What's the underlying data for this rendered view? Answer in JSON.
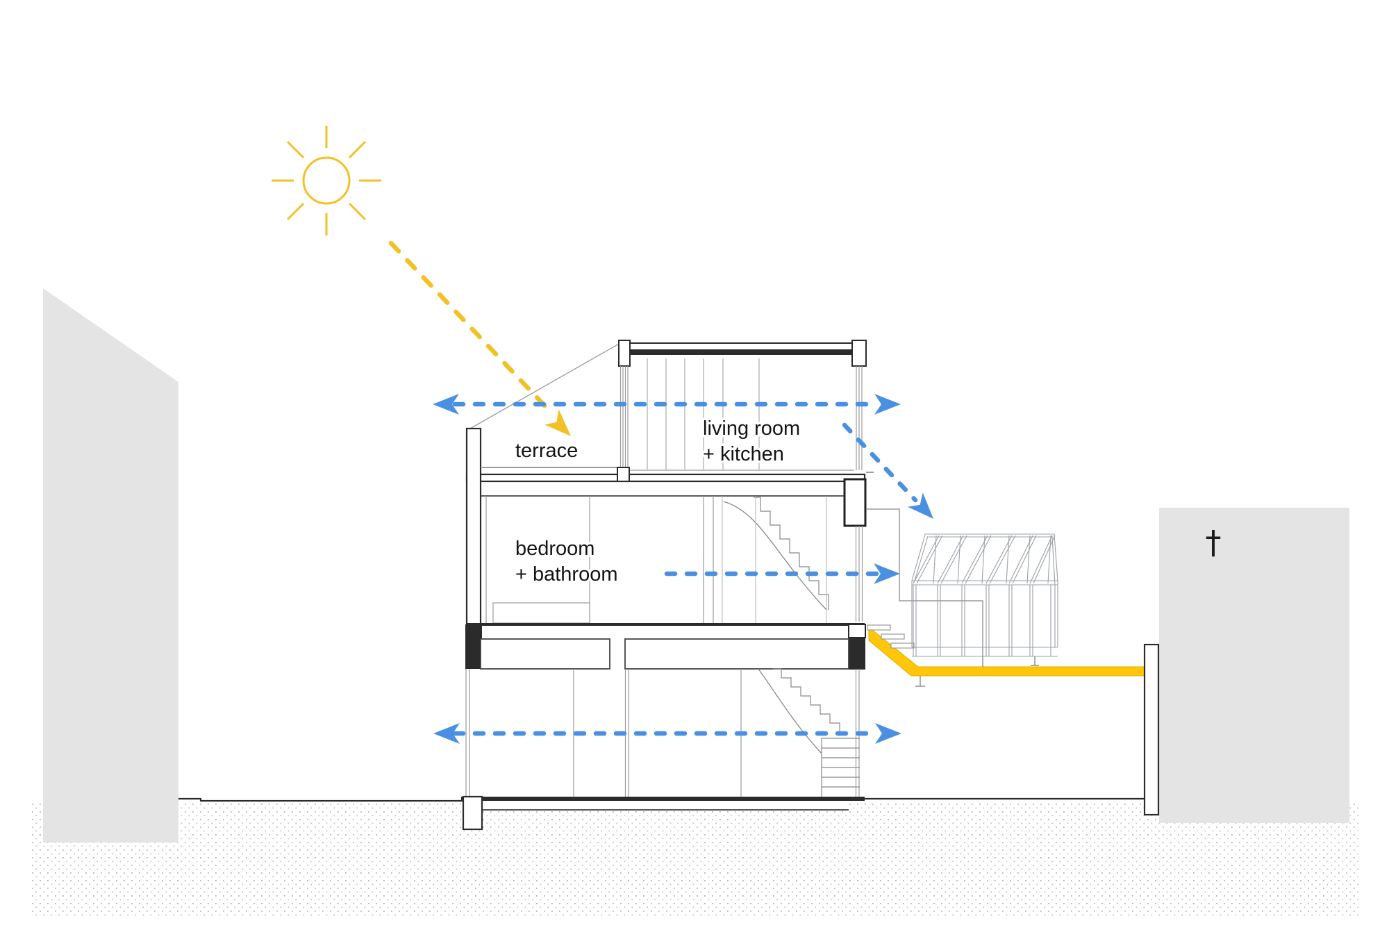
{
  "diagram_type": "architectural-cross-section-ventilation-diagram",
  "labels": {
    "terrace": "terrace",
    "upper_floor_line1": "living room",
    "upper_floor_line2": "+ kitchen",
    "middle_floor_line1": "bedroom",
    "middle_floor_line2": "+ bathroom"
  },
  "symbols": {
    "church_cross": "†",
    "sun": "sun-icon"
  },
  "colors": {
    "sun_yellow": "#F2C125",
    "walkway_yellow": "#FFC60A",
    "arrow_blue": "#4A90E2",
    "neighbor_building_gray": "#E4E4E4",
    "ground_dot_gray": "#BDBDBD",
    "section_line_dark": "#2B2B2B",
    "thin_line_gray": "#9B9B9B",
    "label_text": "#141414"
  }
}
